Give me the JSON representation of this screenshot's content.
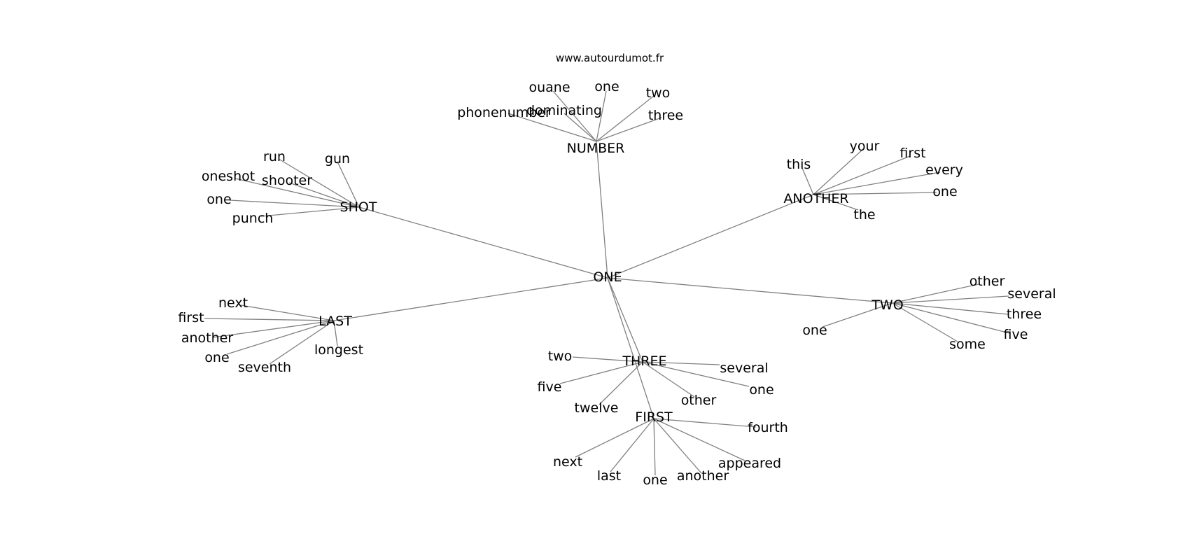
{
  "source": "www.autourdumot.fr",
  "colors": {
    "edge": "#808080",
    "text": "#000000",
    "background": "#ffffff"
  },
  "graph": {
    "root": "ONE",
    "hubs": [
      {
        "label": "NUMBER",
        "words": [
          "ouane",
          "one",
          "two",
          "three",
          "phonenumber",
          "dominating"
        ]
      },
      {
        "label": "ANOTHER",
        "words": [
          "this",
          "your",
          "first",
          "every",
          "one",
          "the"
        ]
      },
      {
        "label": "SHOT",
        "words": [
          "run",
          "gun",
          "oneshot",
          "shooter",
          "one",
          "punch"
        ]
      },
      {
        "label": "LAST",
        "words": [
          "next",
          "first",
          "another",
          "one",
          "seventh",
          "longest"
        ]
      },
      {
        "label": "TWO",
        "words": [
          "other",
          "several",
          "three",
          "five",
          "some",
          "one"
        ]
      },
      {
        "label": "THREE",
        "words": [
          "two",
          "several",
          "five",
          "one",
          "other",
          "twelve"
        ]
      },
      {
        "label": "FIRST",
        "words": [
          "fourth",
          "next",
          "appeared",
          "last",
          "another",
          "one"
        ]
      }
    ]
  }
}
